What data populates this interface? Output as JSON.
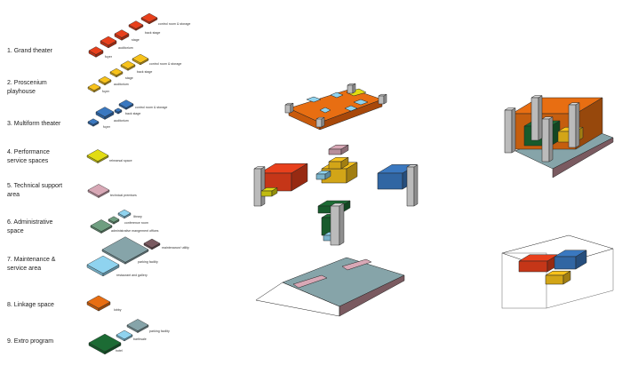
{
  "categories": [
    {
      "lines": [
        "1. Grand theater"
      ]
    },
    {
      "lines": [
        "2. Proscenium",
        "playhouse"
      ]
    },
    {
      "lines": [
        "3. Multiform theater"
      ]
    },
    {
      "lines": [
        "4. Performance",
        "service spaces"
      ]
    },
    {
      "lines": [
        "5. Technical support",
        "area"
      ]
    },
    {
      "lines": [
        "6. Administrative",
        "space"
      ]
    },
    {
      "lines": [
        "7. Maintenance &",
        "service area"
      ]
    },
    {
      "lines": [
        "8. Linkage space"
      ]
    },
    {
      "lines": [
        "9. Extro program"
      ]
    }
  ],
  "labels": {
    "gt_foyer": "foyer",
    "gt_auditorium": "auditorium",
    "gt_stage": "stage",
    "gt_back_stage": "back stage",
    "gt_control": "control room & storage",
    "pp_foyer": "foyer",
    "pp_auditorium": "auditorium",
    "pp_stage": "stage",
    "pp_back_stage": "back stage",
    "pp_control": "control room & storage",
    "mt_foyer": "foyer",
    "mt_auditorium": "auditorium",
    "mt_back_stage": "back stage",
    "mt_control": "control room & storage",
    "rehearsal": "rehearsal space",
    "technical": "technical premises",
    "library": "library",
    "conference": "conference room",
    "admin": "administrative mangement offices",
    "maintenance": "maintenance/ utility",
    "parking": "parking facility",
    "restaurant": "restaurant and gallery",
    "lobby": "lobby",
    "ex_parking": "parking facility",
    "ex_bathsale": "barthsale",
    "ex_hotel": "hotel"
  },
  "colors": {
    "grand": "#e8401c",
    "proscenium": "#f7c21b",
    "multiform": "#3a78c0",
    "rehearsal": "#e2dc12",
    "technical": "#d8a8b6",
    "light_blue": "#8fd3ef",
    "admin_green": "#6f9e80",
    "parking": "#86a4a9",
    "maintenance": "#7a5a60",
    "lobby": "#e86e12",
    "hotel": "#1c6b34",
    "concrete": "#dcdcdc"
  }
}
